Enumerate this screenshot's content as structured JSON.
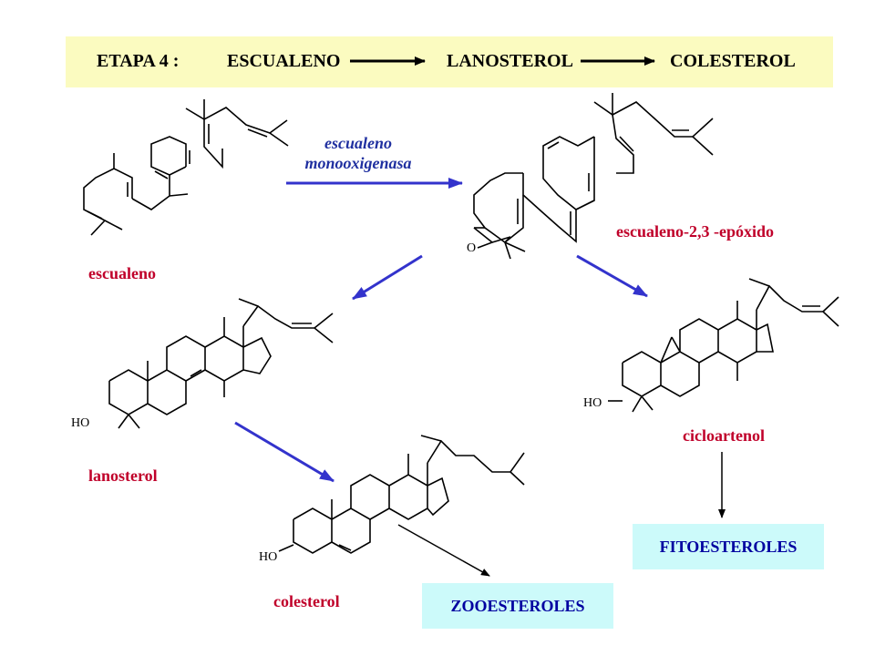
{
  "banner": {
    "stage": "ETAPA   4  :",
    "squalene": "ESCUALENO",
    "lanosterol": "LANOSTEROL",
    "cholesterol": "COLESTEROL"
  },
  "enzyme": {
    "line1": "escualeno",
    "line2": "monooxigenasa"
  },
  "labels": {
    "squalene": "escualeno",
    "epoxide": "escualeno-2,3 -epóxido",
    "lanosterol": "lanosterol",
    "cycloartenol": "cicloartenol",
    "cholesterol": "colesterol"
  },
  "atoms": {
    "oxygen": "O",
    "hydroxyl": "HO"
  },
  "boxes": {
    "phytosterols": "FITOESTEROLES",
    "zoosterols": "ZOOESTEROLES"
  },
  "colors": {
    "banner": "#fbfbc0",
    "box": "#ccfafa",
    "label": "#c0002a",
    "arrow": "#3333cc",
    "enzyme": "#2030a0"
  }
}
